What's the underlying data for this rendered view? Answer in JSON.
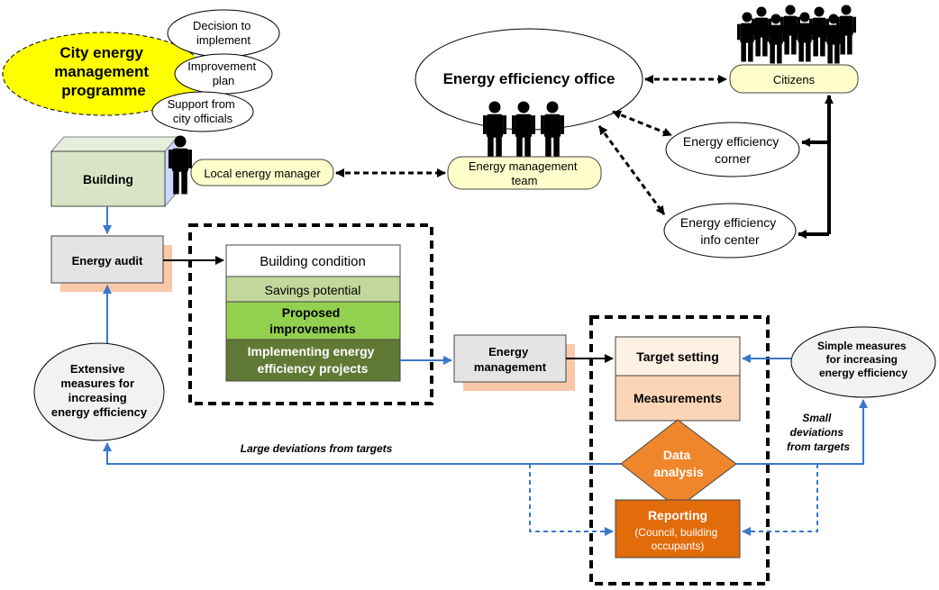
{
  "programme": {
    "title_lines": [
      "City energy",
      "management",
      "programme"
    ],
    "decision_lines": [
      "Decision to",
      "implement"
    ],
    "improvement_lines": [
      "Improvement",
      "plan"
    ],
    "support_lines": [
      "Support from",
      "city officials"
    ]
  },
  "building": {
    "label": "Building",
    "manager": "Local energy manager",
    "audit": "Energy audit"
  },
  "office": {
    "title": "Energy efficiency office",
    "team_lines": [
      "Energy management",
      "team"
    ],
    "citizens": "Citizens",
    "corner_lines": [
      "Energy efficiency",
      "corner"
    ],
    "info_lines": [
      "Energy efficiency",
      "info center"
    ]
  },
  "audit_results": {
    "condition": "Building condition",
    "savings": "Savings potential",
    "proposed_lines": [
      "Proposed",
      "improvements"
    ],
    "implementing_lines": [
      "Implementing energy",
      "efficiency projects"
    ]
  },
  "management": {
    "label_lines": [
      "Energy",
      "management"
    ]
  },
  "cycle": {
    "target": "Target setting",
    "measurements": "Measurements",
    "analysis_lines": [
      "Data",
      "analysis"
    ],
    "reporting": "Reporting",
    "reporting_sub_lines": [
      "(Council, building",
      "occupants)"
    ]
  },
  "measures": {
    "extensive_lines": [
      "Extensive",
      "measures for",
      "increasing",
      "energy efficiency"
    ],
    "simple_lines": [
      "Simple measures",
      "for increasing",
      "energy efficiency"
    ],
    "large_dev": "Large deviations from targets",
    "small_dev_lines": [
      "Small",
      "deviations",
      "from targets"
    ]
  },
  "colors": {
    "yellow_fill": "#ffff00",
    "pale_yellow": "#ffffcc",
    "building_fill": "#d9e4c6",
    "building_side": "#ccd6ff",
    "audit_shadow": "#f8c8a8",
    "light_green": "#c3d69b",
    "green": "#92d050",
    "dark_green": "#607a35",
    "peach": "#fbd5b5",
    "orange": "#f0862c",
    "dark_orange": "#e26b0a",
    "blue_line": "#3a78c8",
    "ellipse_fill": "#f0f2f4"
  }
}
